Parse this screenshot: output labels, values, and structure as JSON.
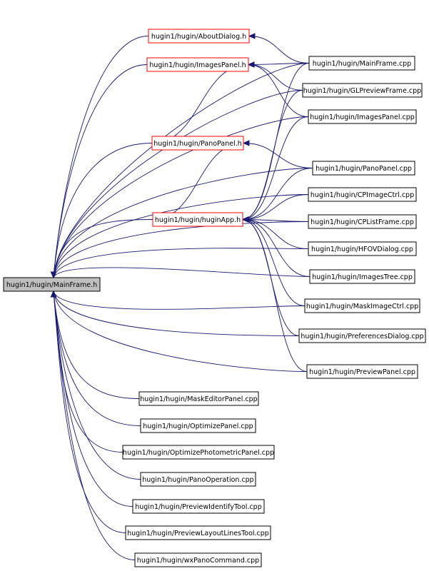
{
  "colors": {
    "edge": "#191970",
    "focus_fill": "#bfbfbf",
    "focus_border": "#000000",
    "header_border": "#ff0000",
    "node_border": "#000000",
    "node_fill": "#ffffff"
  },
  "nodes": {
    "mainframe_h": "hugin1/hugin/MainFrame.h",
    "aboutdialog_h": "hugin1/hugin/AboutDialog.h",
    "imagespanel_h": "hugin1/hugin/ImagesPanel.h",
    "panopanel_h": "hugin1/hugin/PanoPanel.h",
    "huginapp_h": "hugin1/hugin/huginApp.h",
    "mainframe_cpp": "hugin1/hugin/MainFrame.cpp",
    "glpreviewframe_cpp": "hugin1/hugin/GLPreviewFrame.cpp",
    "imagespanel_cpp": "hugin1/hugin/ImagesPanel.cpp",
    "panopanel_cpp": "hugin1/hugin/PanoPanel.cpp",
    "cpimagectrl_cpp": "hugin1/hugin/CPImageCtrl.cpp",
    "cplistframe_cpp": "hugin1/hugin/CPListFrame.cpp",
    "hfovdialog_cpp": "hugin1/hugin/HFOVDialog.cpp",
    "imagestree_cpp": "hugin1/hugin/ImagesTree.cpp",
    "maskimagectrl_cpp": "hugin1/hugin/MaskImageCtrl.cpp",
    "preferencesdialog_cpp": "hugin1/hugin/PreferencesDialog.cpp",
    "previewpanel_cpp": "hugin1/hugin/PreviewPanel.cpp",
    "maskeditorpanel_cpp": "hugin1/hugin/MaskEditorPanel.cpp",
    "optimizepanel_cpp": "hugin1/hugin/OptimizePanel.cpp",
    "optimizephotometricpanel_cpp": "hugin1/hugin/OptimizePhotometricPanel.cpp",
    "panooperation_cpp": "hugin1/hugin/PanoOperation.cpp",
    "previewidentifytool_cpp": "hugin1/hugin/PreviewIdentifyTool.cpp",
    "previewlayoutlinestool_cpp": "hugin1/hugin/PreviewLayoutLinesTool.cpp",
    "wxpanocommand_cpp": "hugin1/hugin/wxPanoCommand.cpp"
  },
  "edges": [
    [
      "aboutdialog_h",
      "mainframe_h"
    ],
    [
      "imagespanel_h",
      "mainframe_h"
    ],
    [
      "panopanel_h",
      "mainframe_h"
    ],
    [
      "huginapp_h",
      "mainframe_h"
    ],
    [
      "mainframe_cpp",
      "mainframe_h"
    ],
    [
      "glpreviewframe_cpp",
      "mainframe_h"
    ],
    [
      "imagespanel_cpp",
      "mainframe_h"
    ],
    [
      "panopanel_cpp",
      "mainframe_h"
    ],
    [
      "cpimagectrl_cpp",
      "mainframe_h"
    ],
    [
      "cplistframe_cpp",
      "mainframe_h"
    ],
    [
      "hfovdialog_cpp",
      "mainframe_h"
    ],
    [
      "imagestree_cpp",
      "mainframe_h"
    ],
    [
      "maskimagectrl_cpp",
      "mainframe_h"
    ],
    [
      "preferencesdialog_cpp",
      "mainframe_h"
    ],
    [
      "previewpanel_cpp",
      "mainframe_h"
    ],
    [
      "maskeditorpanel_cpp",
      "mainframe_h"
    ],
    [
      "optimizepanel_cpp",
      "mainframe_h"
    ],
    [
      "optimizephotometricpanel_cpp",
      "mainframe_h"
    ],
    [
      "panooperation_cpp",
      "mainframe_h"
    ],
    [
      "previewidentifytool_cpp",
      "mainframe_h"
    ],
    [
      "previewlayoutlinestool_cpp",
      "mainframe_h"
    ],
    [
      "wxpanocommand_cpp",
      "mainframe_h"
    ],
    [
      "mainframe_cpp",
      "aboutdialog_h"
    ],
    [
      "mainframe_cpp",
      "imagespanel_h"
    ],
    [
      "glpreviewframe_cpp",
      "imagespanel_h"
    ],
    [
      "imagespanel_cpp",
      "imagespanel_h"
    ],
    [
      "panopanel_cpp",
      "panopanel_h"
    ],
    [
      "imagespanel_h",
      "panopanel_h"
    ],
    [
      "mainframe_cpp",
      "huginapp_h"
    ],
    [
      "glpreviewframe_cpp",
      "huginapp_h"
    ],
    [
      "imagespanel_cpp",
      "huginapp_h"
    ],
    [
      "panopanel_cpp",
      "huginapp_h"
    ],
    [
      "cpimagectrl_cpp",
      "huginapp_h"
    ],
    [
      "cplistframe_cpp",
      "huginapp_h"
    ],
    [
      "hfovdialog_cpp",
      "huginapp_h"
    ],
    [
      "imagestree_cpp",
      "huginapp_h"
    ],
    [
      "maskimagectrl_cpp",
      "huginapp_h"
    ],
    [
      "preferencesdialog_cpp",
      "huginapp_h"
    ],
    [
      "previewpanel_cpp",
      "huginapp_h"
    ],
    [
      "panopanel_h",
      "huginapp_h"
    ]
  ]
}
